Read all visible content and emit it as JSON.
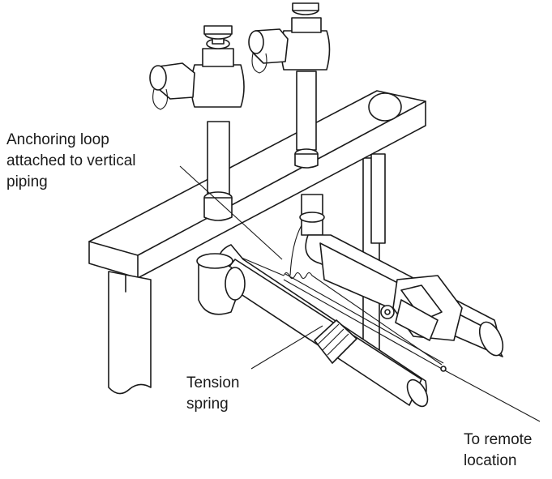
{
  "labels": {
    "anchoring_loop": [
      "Anchoring loop",
      "attached to vertical",
      "piping"
    ],
    "tension_spring": [
      "Tension",
      "spring"
    ],
    "remote": [
      "To remote",
      "location"
    ]
  },
  "colors": {
    "ink": "#1a1a1a",
    "paper": "#ffffff"
  }
}
